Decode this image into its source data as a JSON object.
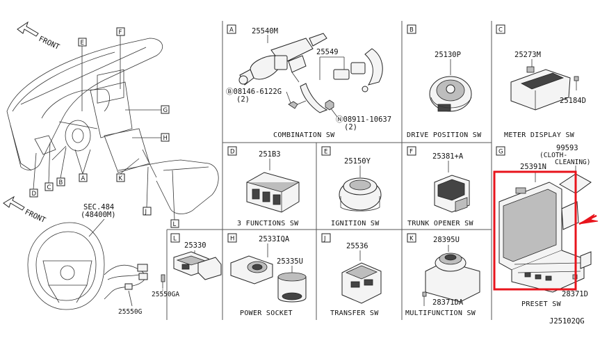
{
  "overview": {
    "front_top": "FRONT",
    "front_bottom": "FRONT",
    "sec_line1": "SEC.484",
    "sec_line2": "(48400M)",
    "callouts": [
      "E",
      "F",
      "G",
      "H",
      "A",
      "B",
      "C",
      "D",
      "K",
      "J",
      "L"
    ],
    "part_25550GA": "25550GA",
    "part_25550G": "25550G"
  },
  "panels": {
    "A": {
      "letter": "A",
      "caption": "COMBINATION SW",
      "p1": "25540M",
      "p2": "25549",
      "p3": "Ⓑ08146-6122G",
      "p3q": "(2)",
      "p4": "Ⓝ08911-10637",
      "p4q": "(2)"
    },
    "B": {
      "letter": "B",
      "caption": "DRIVE POSITION SW",
      "p1": "25130P"
    },
    "C": {
      "letter": "C",
      "caption": "METER DISPLAY SW",
      "p1": "25273M",
      "p2": "25184D"
    },
    "D": {
      "letter": "D",
      "caption": "3 FUNCTIONS SW",
      "p1": "251B3"
    },
    "E": {
      "letter": "E",
      "caption": "IGNITION SW",
      "p1": "25150Y"
    },
    "F": {
      "letter": "F",
      "caption": "TRUNK OPENER SW",
      "p1": "25381+A"
    },
    "G": {
      "letter": "G",
      "caption": "PRESET SW",
      "p1": "25391N",
      "p2": "99593",
      "p2a": "(CLOTH-",
      "p2b": "CLEANING)",
      "p3": "28371D"
    },
    "L": {
      "letter": "L",
      "p1": "25330"
    },
    "H": {
      "letter": "H",
      "caption": "POWER SOCKET",
      "p1": "2533IQA",
      "p2": "25335U"
    },
    "J": {
      "letter": "J",
      "caption": "TRANSFER SW",
      "p1": "25536"
    },
    "K": {
      "letter": "K",
      "caption": "MULTIFUNCTION SW",
      "p1": "28395U",
      "p2": "28371DA"
    }
  },
  "diagram_code": "J25102QG",
  "highlight_color": "#e8141c"
}
